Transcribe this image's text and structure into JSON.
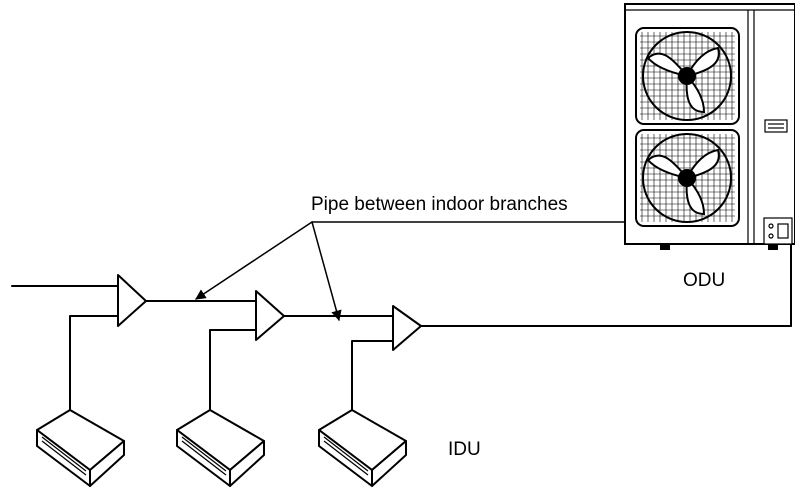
{
  "labels": {
    "pipe_between_branches": "Pipe between indoor branches",
    "outdoor_unit": "ODU",
    "indoor_unit": "IDU"
  },
  "diagram": {
    "branch_count": 3,
    "indoor_unit_count": 3,
    "outdoor_unit_fan_count": 2
  }
}
